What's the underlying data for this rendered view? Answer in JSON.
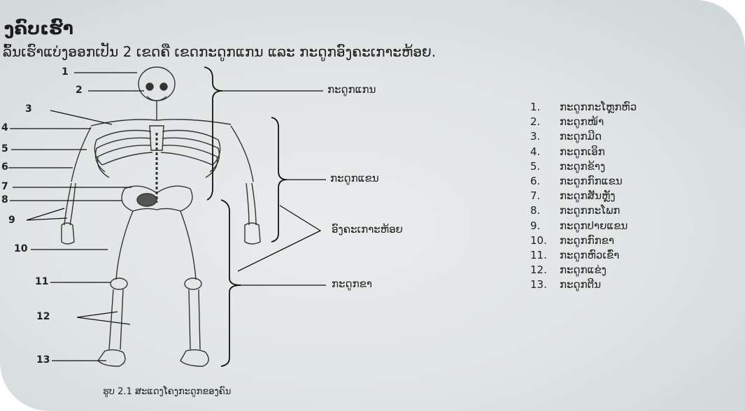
{
  "heading": "ງຄົບເຮົາ",
  "intro": "ລົ້ນເຮົາແບ່ງອອກເປັນ 2 ເຂດຄື ເຂດກະດູກແກນ ແລະ ກະດູກອົງຄະເກາະຫ້ອຍ.",
  "figure": {
    "number_labels": [
      "1",
      "2",
      "3",
      "4",
      "5",
      "6",
      "7",
      "8",
      "9",
      "10",
      "11",
      "12",
      "13"
    ],
    "bracket_labels": {
      "axial": "ກະດູກແກນ",
      "arm": "ກະດູກແຂນ",
      "appendicular": "ອົງຄະເກາະຫ້ອຍ",
      "leg": "ກະດູກຂາ"
    },
    "caption": "ຮູບ 2.1 ສະແດງໂຄງກະດູກຂອງຄົນ"
  },
  "legend": [
    {
      "num": "1.",
      "label": "ກະດູກກະໂຫຼກຫົວ"
    },
    {
      "num": "2.",
      "label": "ກະດູກໜ້າ"
    },
    {
      "num": "3.",
      "label": "ກະດູກມີດ"
    },
    {
      "num": "4.",
      "label": "ກະດູກເອິກ"
    },
    {
      "num": "5.",
      "label": "ກະດູກຂ້າງ"
    },
    {
      "num": "6.",
      "label": "ກະດູກກົກແຂນ"
    },
    {
      "num": "7.",
      "label": "ກະດູກສັນຫຼັງ"
    },
    {
      "num": "8.",
      "label": "ກະດູກກະໂພກ"
    },
    {
      "num": "9.",
      "label": "ກະດູກປາຍແຂນ"
    },
    {
      "num": "10.",
      "label": "ກະດູກກົກຂາ"
    },
    {
      "num": "11.",
      "label": "ກະດູກຫົວເຂົ່າ"
    },
    {
      "num": "12.",
      "label": "ກະດູກແຂ່ງ"
    },
    {
      "num": "13.",
      "label": "ກະດູກຕີນ"
    }
  ]
}
